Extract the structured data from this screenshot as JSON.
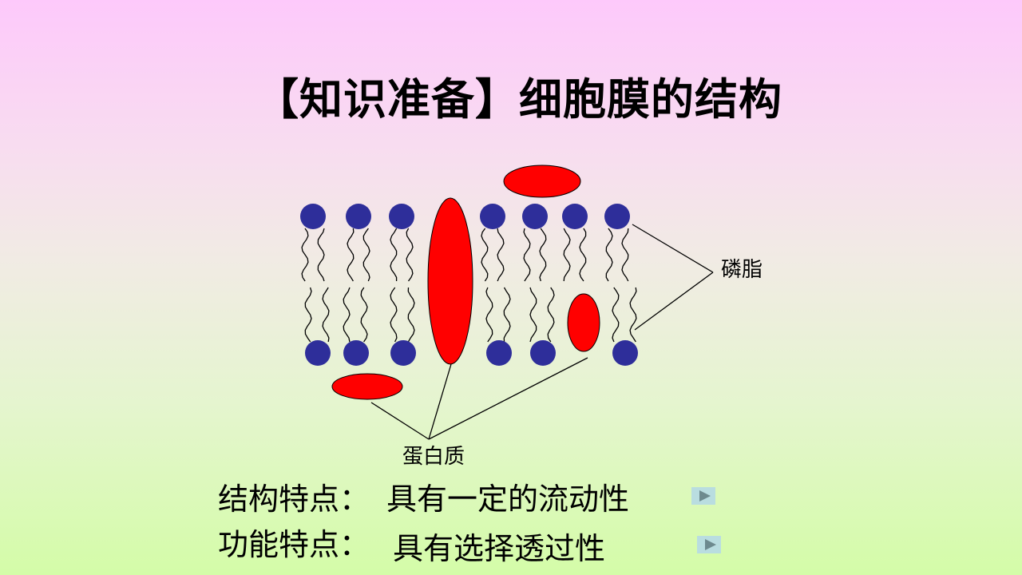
{
  "title": "【知识准备】细胞膜的结构",
  "labels": {
    "phospholipid": "磷脂",
    "protein": "蛋白质"
  },
  "features": [
    {
      "label": "结构特点：",
      "value": "具有一定的流动性"
    },
    {
      "label": "功能特点：",
      "value": "具有选择透过性"
    }
  ],
  "colors": {
    "head": "#2e2e9a",
    "protein": "#ff0000",
    "line": "#000000"
  },
  "icons": [
    "play-icon",
    "play-icon"
  ]
}
